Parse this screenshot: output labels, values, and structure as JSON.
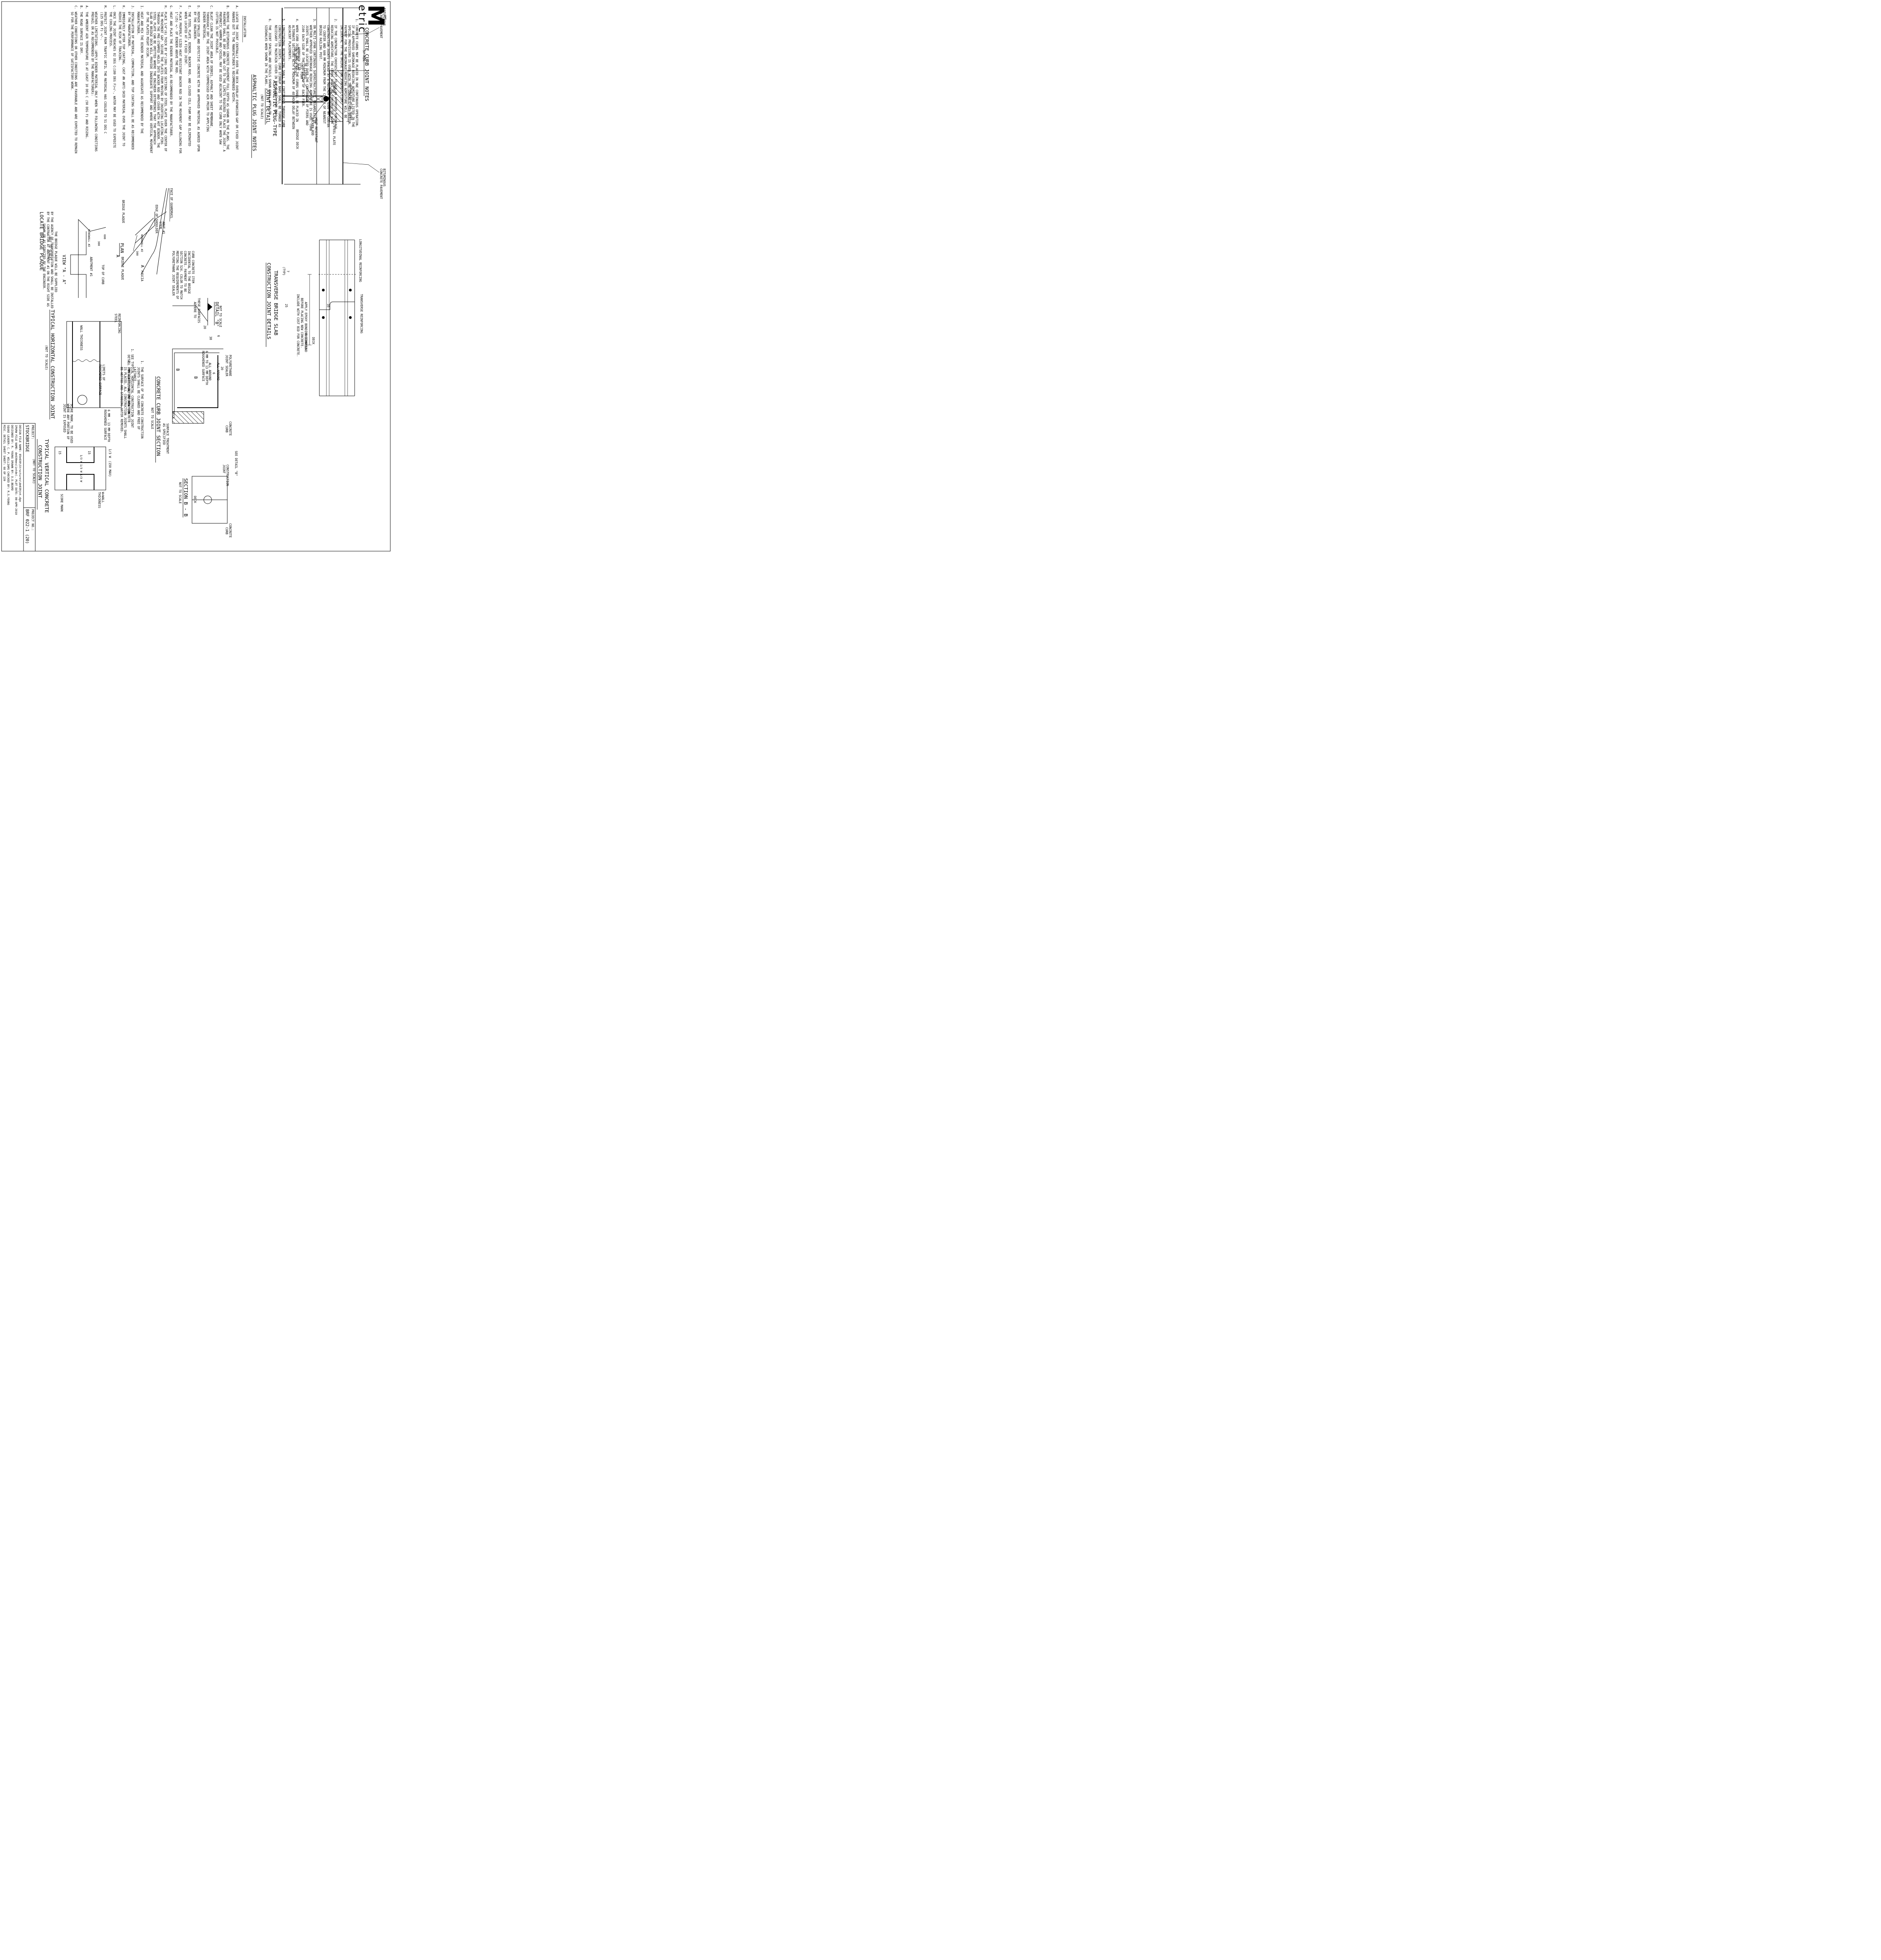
{
  "curb_notes": {
    "title": "CONCRETE CURB JOINT NOTES",
    "items": [
      {
        "num": "1.",
        "lines": [
          "CONCRETE CURBS MAY BE PLACED IN ONE CONTINUOUS OPERATION.",
          "IF AN APPROVED SHRINKAGE REDUCING ADMIXTURE LISTED IN THE",
          "SPECIAL PROVISIONS IS USED WITH THE CONCRETE MIX DESIGN.",
          "PAYMENT FOR THE SHRINKAGE REDUCING ADMIXTURE WILL BE",
          "INCIDENTAL TO THE BRIDGE CURB CONCRETE ITEM."
        ]
      },
      {
        "num": "2.",
        "lines": [
          "IF THE CONTRACTOR CHOOSES NOT TO USE AN APPROVED SHRINKAGE",
          "REDUCING ADMIXTURE, THE CURBS SHALL BE CONSTRUCTED WITH",
          "CONSTRUCTION JOINTS SPACED AT A MAXIMUM OF 4500 MM CENTER",
          "TO CENTER AND 600 MM MINIMUM FROM THE CENTER OF NEAREST",
          "BRIDGE RAILING POST."
        ]
      },
      {
        "num": "3.",
        "lines": [
          "ON MULTI-SPAN CONTINUOUS SUPERSTRUCTURES, REGARDLESS OF",
          "WHETHER APPROVED SHRINKAGE REDUCING ADMIXTURE IS USED, CURB",
          "JOINTS SHALL BE LOCATED OVER THE CENTERLINE OF PIERS AND",
          "2100 EACH SIDE OF THE CENTERLINE OF EACH PIER."
        ]
      },
      {
        "num": "4.",
        "lines": [
          "WHEN CURB JOINTS ARE USED THE CURBS SHALL BE PLACED IN",
          "ALTERNATE SECTIONS WITH A MINIMUM OF 48 HOUR DELAY BETWEEN",
          "ADJACENT PLACEMENTS."
        ]
      },
      {
        "num": "5.",
        "lines": [
          "LONGITUDINAL REINFORCING SHALL BE CONTINUOUS THROUGH CURB",
          "CONSTRUCTION JOINTS. CURB STIRRUP BARS SHALL BE TURNED AS",
          "NECESSARY TO MAINTAIN COVER IN THE FLARED CURB ENDS."
        ]
      },
      {
        "num": "6.",
        "lines": [
          "THE JOINT SPACING AND DETAILS SHOWN SHALL APPLY TO",
          "SIDEWALKS WHEN SHOWN IN THE PLANS."
        ]
      }
    ]
  },
  "logo": {
    "letter": "M",
    "word": "etric",
    "tag": "VAOT"
  },
  "plug_detail": {
    "title_line1": "ASPHALTIC PLUG-TYPE",
    "title_line2": "JOINT DETAIL",
    "subtitle": "(NOT TO SCALE)",
    "labels": {
      "bit_top_1": "BITUMINOUS",
      "bit_top_2": "CONCRETE PAVEMENT",
      "min57": "57 MIN.",
      "plug_joint": "ASPHALTIC PLUG JOINT",
      "steel_plate": "STEEL PLATE",
      "binder": "BINDER",
      "backer_1": "HEAT RESISTANT",
      "backer_2": "BACKER ROD",
      "foam_1": "38 CLOSED",
      "foam_2": "CELL FOAM",
      "approach_1": "APPROACH SLAB",
      "approach_2": "(OR BRIDGE DECK)",
      "bridge_deck": "BRIDGE DECK",
      "bit_bot_1": "BITUMINOUS",
      "bit_bot_2": "CONCRETE PAVEMENT"
    }
  },
  "plug_notes": {
    "title": "ASPHALTIC PLUG JOINT NOTES",
    "installation": "INSTALLATION",
    "items": [
      {
        "num": "A.",
        "lines": [
          "LOCATE THE JOINT CENTRALLY OVER THE DECK OVERLAY EXPANSION GAP OR FIXED JOINT",
          "MARKED OUT TO THE MANUFACTURER'S RECOMMENDED WIDTH."
        ]
      },
      {
        "num": "B.",
        "lines": [
          "REMOVE THE BITUMINOUS CONCRETE PAVEMENT FULL DEPTH AS SHOWN ON THE PLANS. THE",
          "PAVEMENT SHALL BE DRY AND SAW CUT TO THE LIMITS REQUIRED TO PLACE THE JOINT. A",
          "PNEUMATIC HAMMER AND CHISEL MAY BE USED ADJACENT TO THE CURB ONLY WHEN SAW",
          "CUTTING IS NOT POSSIBLE."
        ]
      },
      {
        "num": "C.",
        "lines": [
          "BLAST CLEAN THE JOINT AREA OF DEBRIS, ASPHALT AND SHEET MEMBRANE.",
          "THOROUGHLY DRY THE JOINT AREA WITH COMPRESSED AIR PRIOR TO APPLYING",
          "BINDER MATERIAL."
        ]
      },
      {
        "num": "D.",
        "lines": [
          "REPAIR SPALLED AND DEFECTIVE CONCRETE WITH AN APPROVED MATERIAL AS AGREED UPON",
          "BY THE ENGINEER."
        ]
      },
      {
        "num": "E.",
        "lines": [
          "THE STEEL PLATE, BINDER, BACKER ROD, AND CLOSED CELL FOAM MAY BE ELIMINATED",
          "WHEN LOCATED AT A FIXED JOINT."
        ]
      },
      {
        "num": "F.",
        "lines": [
          "PLACE PROPERLY SIZED HEAT RESISTANT BACKER ROD IN THE MOVEMENT GAP ALLOWING FOR",
          "1\"(25) +/- OF BINDER ABOVE THE ROD."
        ]
      },
      {
        "num": "G.",
        "lines": [
          "HEAT AND PLACE THE BINDER MATERIAL AS RECOMMENDED BY THE MANUFACTURER."
        ]
      },
      {
        "num": "H.",
        "lines": [
          "PLACE 1/4\"(6) THICK BY 8\"(200) WIDE SECTIONS OF STEEL PLATE OVER THE CENTER OF",
          "THE MOVEMENT GAP. SECURE THE PLATES FROM MOVING BY INSERTING LOCATING PINS",
          "THROUGH THE PRE-STAMPED HOLES INTO BACKER ROD AND COVER WITH HOT BINDER. THE",
          "STEEL PLATE CAN BE OMITTED WHERE THE ENGINEER DETERMINES THAT THE APPROACH",
          "SLAB OR BRIDGE DECK WILL PROVIDE INADEQUATE SUPPORT AND WHERE VERTICAL MOVEMENT",
          "OF THE PLATES MIGHT OCCUR."
        ]
      },
      {
        "num": "I.",
        "lines": [
          "HEAT AND MIX THE BINDER MATERIAL AND AGGREGATE AS RECOMMENDED BY THE",
          "MANUFACTURER."
        ]
      },
      {
        "num": "J.",
        "lines": [
          "INSTALLATION OF MATERIAL, COMPACTION, AND TOP COATING SHALL BE AS RECOMMENDED",
          "BY THE MANUFACTURER."
        ]
      },
      {
        "num": "K.",
        "lines": [
          "IMMEDIATELY AFTER TOP COATING, CAST AN ANTI-SKID MATERIAL OVER THE JOINT TO",
          "REDUCE THE RISK OF TRACKING."
        ]
      },
      {
        "num": "L.",
        "lines": [
          "ONCE THE JOINT REACHES 82 DEG C(180 DEG F)+/-, WATER MAY BE USED TO EXPEDITE",
          "THE COOLING PROCESS."
        ]
      },
      {
        "num": "M.",
        "lines": [
          "PROTECT JOINT FROM TRAFFIC UNTIL THE MATERIAL HAS COOLED TO 51 DEG C",
          "(125 DEG F) +/-."
        ]
      },
      {
        "num": "",
        "lines": [
          "WEATHER LIMITATIONS. (APPLY BINDER MATERIAL ONLY WHEN THE FOLLOWING CONDITIONS",
          "PREVAIL OR AS RECOMMENDED BY THE MANUFACTURER):"
        ]
      },
      {
        "num": "A.",
        "lines": [
          "THE AMBIENT AIR TEMPERATURE IS AT LEAST 10 DEG C (50 DEG F) AND RISING."
        ]
      },
      {
        "num": "B.",
        "lines": [
          "THE ROAD SURFACE IS DRY."
        ]
      },
      {
        "num": "C.",
        "lines": [
          "WEATHER CONDITIONS OR OTHER CONDITIONS ARE FAVORABLE AND ARE EXPECTED TO REMAIN",
          "SO FOR THE PERFORMANCE OF SATISFACTORY WORK."
        ]
      }
    ]
  },
  "transverse": {
    "title_line1": "TRANSVERSE BRIDGE SLAB",
    "title_line2": "CONSTRUCTION JOINT DETAILS",
    "labels": {
      "long_reinf": "LONGITUDINAL REINFORCING",
      "trans_reinf": "TRANSVERSE REINFORCING",
      "dim7": "7",
      "typ": "(TYP)",
      "dim25": "25",
      "dim35": "35",
      "deck_1": "DECK",
      "deck_2": "THICKNESS"
    },
    "note_lines": [
      "APPLY EPOXY BONDING COMPOUND",
      "BEFORE PLACING NEW CONCRETE.",
      "INCLUDE WITH COST BID FOR CONCRETE."
    ]
  },
  "plaque": {
    "labels": {
      "face_guardrail": "FACE OF GUARDRAIL",
      "abut_1": "ABUT.#1",
      "abut_2": "STEM",
      "edge_shoulder": "EDGE OF SHOULDER",
      "wingwall_plan": "WINGWALL #2",
      "dim300_plan": "300",
      "fascia": "FASCIA",
      "bridge_plaque_plan": "BRIDGE PLAQUE",
      "plan": "PLAN",
      "sec_a1": "A",
      "sec_a2": "A",
      "bridge_plaque_view": "BRIDGE PLAQUE",
      "dim600": "600",
      "dim300_view": "300",
      "wingwall_view": "WINGWALL #2",
      "top_of_curb": "TOP OF CURB",
      "abutment": "ABUTMENT #1",
      "view_aa": "VIEW \"A - A\""
    },
    "note_lines": [
      "THE BRIDGE PLAQUE WILL BE SUPPLIED",
      "BY THE AGENCY OF TRANSPORTATION AND SHALL BE INSTALLED",
      "BY THE CONTRACTOR AT ABUTMENT #1 ON THE RIGHT SIDE AS",
      "SHOWN OR AS DIRECTED BY THE ENGINEER."
    ],
    "title": "LOCATE BRIDGE PLAQUE",
    "subtitle": "(NOT TO SCALE)"
  },
  "detail_b": {
    "sealer_lines": [
      "POLYURETHANE JOINT SEALER",
      "MEETING THE REQUIREMENTS OF",
      "SECTION 524. COLOR TO MATCH",
      "CONCRETE. PAYMENT TO BE",
      "INCIDENTAL TO THE BRIDGE",
      "CURB CONCRETE ITEM"
    ],
    "adhere_1": "ADHERE TO",
    "adhere_2": "THESE SURFACES",
    "dim20": "20",
    "dim38": "38",
    "dim6": "6",
    "title": "DETAIL \"B\"",
    "subtitle": "NOT TO SCALE"
  },
  "curb_section": {
    "labels": {
      "sealer_1": "POLYURETHANE",
      "sealer_2": "JOINT SEALER",
      "dim20": "20",
      "all_around_1": "ALL AROUND",
      "dim6": "6",
      "all_around_2": "ALL AROUND",
      "depth_1": "6 MM TO 13 MM DEPTH",
      "depth_2": "ROUGHENED SURFACE",
      "b_left": "B",
      "b_right": "B",
      "curb_1": "CONCRETE",
      "curb_2": "CURB",
      "deck": "DECK",
      "surface_1": "SURFACE TREATMENT",
      "surface_2": "AS SPECIFIED"
    },
    "note": "1. SEE TYPICAL HORIZONTAL CONSTRUCTION JOINT",
    "note_2": "DETAIL FOR ADDITIONAL INFORMATION",
    "title": "CONCRETE CURB JOINT SECTION",
    "subtitle": "NOT TO SCALE"
  },
  "section_bb": {
    "labels": {
      "see_detail": "SEE DETAIL \"B\"",
      "cj_1": "CONSTRUCTION",
      "cj_2": "JOINT",
      "deck": "DECK",
      "curb_1": "CONCRETE",
      "curb_2": "CURB"
    },
    "title": "SECTION B - B",
    "subtitle": "NOT TO SCALE"
  },
  "horizontal_joint": {
    "notes": [
      {
        "num": "1.",
        "lines": [
          "THE SURFACE OF THE CONCRETE CONSTRUCTION",
          "JOINTS SHALL BE CLEANED AND FREE OF",
          "LAITANCE."
        ]
      },
      {
        "num": "2.",
        "lines": [
          "IMMEDIATELY BEFORE NEW CONCRETE",
          "IS PLACED, ALL CONSTRUCTION JOINTS SHALL",
          "BE WETTED AND STANDING WATER REMOVED."
        ]
      }
    ],
    "labels": {
      "reinf_1": "REINFORCING",
      "reinf_2": "STEEL",
      "limits_1": "LIMITS OF",
      "limits_2": "ROUGHENED SURFACE",
      "wall": "WALL THICKNESS",
      "depth_1": "6 MM - 13 MM DEPTH",
      "depth_2": "ROUGHENED SURFACE",
      "score_1": "SCORE MARK, TO BE USED",
      "score_2": "WHERE ANY PORTION OF",
      "score_3": "JOINT IS EXPOSED"
    },
    "title": "TYPICAL HORIZONTAL CONSTRUCTION JOINT",
    "subtitle": "(NOT TO SCALE)"
  },
  "vertical_joint": {
    "labels": {
      "dim_a": "1/3 W",
      "dim_max": "(150 MAX)",
      "w_1": "W=WALL",
      "w_2": "THICKNESS",
      "dims_w": "1/3 W  1/3 W  1/3 W",
      "dim15a": "15",
      "dim15b": "15",
      "score": "SCORE MARK"
    },
    "title_line1": "TYPICAL VERTICAL CONCRETE",
    "title_line2": "CONSTRUCTION JOINT",
    "subtitle": "(NOT TO SCALE)"
  },
  "title_block": {
    "project_label": "PROJECT:",
    "project_name": "STOCKBRIDGE",
    "project_no_label": "PROJECT NO.:",
    "project_no": "BRF 022-1 (20)",
    "lines": [
      "DESIGN FILE NAME: 85e039\\Structures\\de039jnt.dgn",
      "IPARW FILE NAME: de039mes(intde).                PLOT DATE: 08-APR-2010",
      "DESIGNED BY: R. YOUNG                          DRAWN BY: D.D.BEARD",
      "SQUAD LEADER: C. P. WILLIAMS                   CHECKED BY: R.S.YOUNG",
      "MISC. DETAIL SHEET                              SHEET:  68  OF  139"
    ]
  }
}
